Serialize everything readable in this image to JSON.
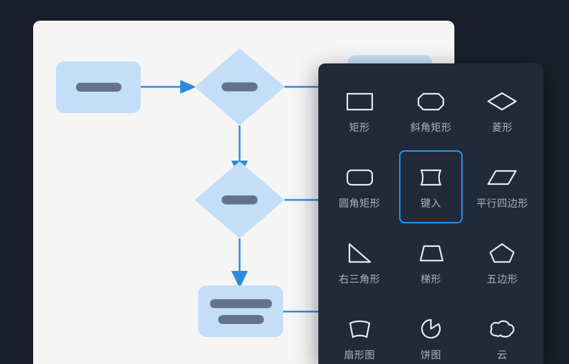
{
  "theme": {
    "app_background": "#1a1f2b",
    "canvas_background": "#f5f5f6",
    "panel_background": "#222a3a",
    "node_fill": "#c5def8",
    "node_text_pill": "#63738f",
    "connector": "#2b8ae0",
    "selection_border": "#2196f3",
    "tile_label": "#a9b3c6",
    "icon_stroke": "#e6ebf3"
  },
  "canvas": {
    "name": "flowchart-canvas",
    "nodes": [
      {
        "id": "start",
        "shape": "rounded-rectangle",
        "label_pills": 1
      },
      {
        "id": "decision-1",
        "shape": "diamond",
        "label_pills": 1
      },
      {
        "id": "decision-2",
        "shape": "diamond",
        "label_pills": 1
      },
      {
        "id": "process",
        "shape": "rounded-rectangle",
        "label_pills": 2
      },
      {
        "id": "offscreen-node",
        "shape": "rounded-rectangle",
        "label_pills": 0
      }
    ],
    "connectors": [
      {
        "from": "start",
        "to": "decision-1",
        "direction": "right"
      },
      {
        "from": "decision-1",
        "to": "offscreen-right",
        "direction": "right"
      },
      {
        "from": "decision-1",
        "to": "decision-2",
        "direction": "down"
      },
      {
        "from": "decision-2",
        "to": "offscreen-right",
        "direction": "right"
      },
      {
        "from": "decision-2",
        "to": "process",
        "direction": "down"
      },
      {
        "from": "process",
        "to": "offscreen-right",
        "direction": "right"
      }
    ]
  },
  "shape_panel": {
    "name": "shape-picker-panel",
    "selected_index": 4,
    "items": [
      {
        "label": "矩形",
        "icon": "rectangle-icon"
      },
      {
        "label": "斜角矩形",
        "icon": "chamfered-rectangle-icon"
      },
      {
        "label": "菱形",
        "icon": "diamond-icon"
      },
      {
        "label": "圆角矩形",
        "icon": "rounded-rectangle-icon"
      },
      {
        "label": "键入",
        "icon": "manual-input-icon"
      },
      {
        "label": "平行四边形",
        "icon": "parallelogram-icon"
      },
      {
        "label": "右三角形",
        "icon": "right-triangle-icon"
      },
      {
        "label": "梯形",
        "icon": "trapezoid-icon"
      },
      {
        "label": "五边形",
        "icon": "pentagon-icon"
      },
      {
        "label": "扇形图",
        "icon": "sector-icon"
      },
      {
        "label": "饼图",
        "icon": "pie-chart-icon"
      },
      {
        "label": "云",
        "icon": "cloud-icon"
      }
    ]
  }
}
